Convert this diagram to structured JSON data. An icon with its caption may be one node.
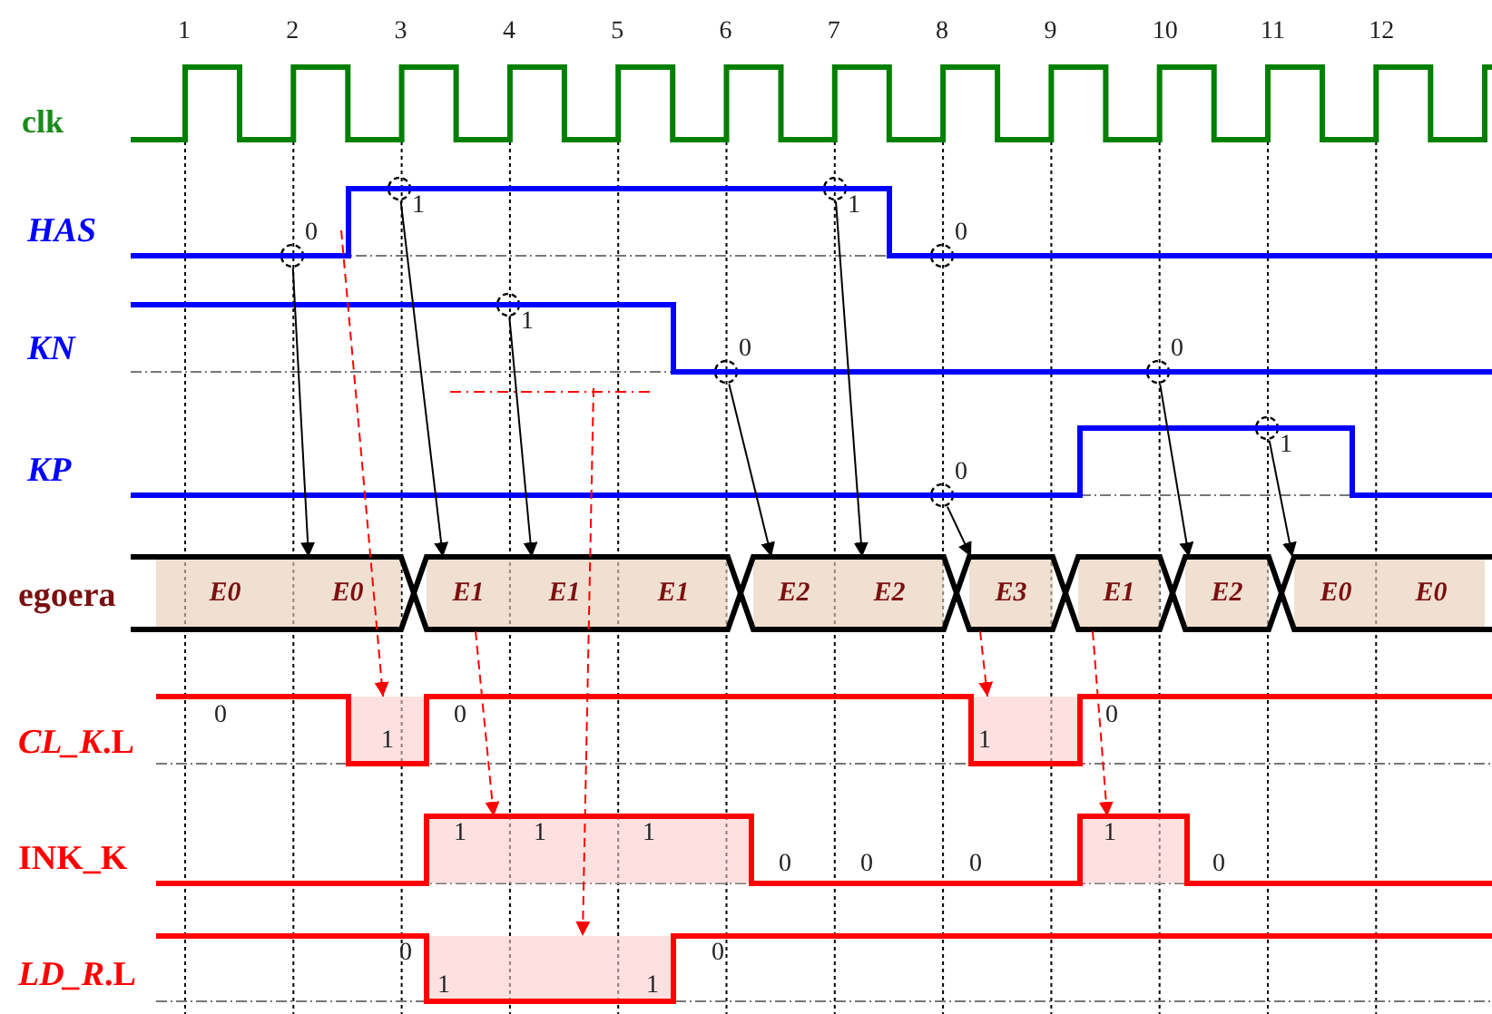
{
  "diagram": {
    "nodes": [
      {
        "text": [],
        "shape": "circle",
        "beside": [
          "0"
        ]
      },
      {
        "text": [],
        "shape": "circle",
        "beside": [
          "1"
        ]
      },
      {
        "text": [],
        "shape": "circle",
        "beside": [
          "1"
        ]
      },
      {
        "text": [],
        "shape": "circle",
        "beside": [
          "0"
        ]
      },
      {
        "text": [],
        "shape": "circle",
        "beside": [
          "1"
        ]
      },
      {
        "text": [],
        "shape": "circle",
        "beside": [
          "0"
        ]
      },
      {
        "text": [],
        "shape": "circle",
        "beside": [
          "0"
        ]
      },
      {
        "text": [],
        "shape": "circle",
        "beside": [
          "0"
        ]
      },
      {
        "text": [],
        "shape": "circle",
        "beside": [
          "1"
        ]
      },
      {
        "text": [
          "E0"
        ]
      },
      {
        "text": [
          "E0"
        ]
      },
      {
        "text": [
          "E1"
        ]
      },
      {
        "text": [
          "E1"
        ]
      },
      {
        "text": [
          "E1"
        ]
      },
      {
        "text": [
          "E2"
        ]
      },
      {
        "text": [
          "E2"
        ]
      },
      {
        "text": [
          "E3"
        ]
      },
      {
        "text": [
          "E1"
        ]
      },
      {
        "text": [
          "E2"
        ]
      },
      {
        "text": [
          "E0"
        ]
      },
      {
        "text": [
          "E0"
        ]
      },
      {
        "text": [
          "1"
        ]
      },
      {
        "text": [
          "1"
        ]
      },
      {
        "text": [
          "1",
          "1",
          "1"
        ]
      },
      {
        "text": [
          "1"
        ]
      },
      {
        "text": [
          "1",
          "1"
        ]
      }
    ],
    "edges": [
      {
        "from": 0,
        "to": 10,
        "arrow": "to"
      },
      {
        "from": 1,
        "to": 11,
        "arrow": "to"
      },
      {
        "from": 4,
        "to": 12,
        "arrow": "to"
      },
      {
        "from": 5,
        "to": 14,
        "arrow": "to"
      },
      {
        "from": 2,
        "to": 15,
        "arrow": "to"
      },
      {
        "from": 7,
        "to": 16,
        "arrow": "to"
      },
      {
        "from": 6,
        "to": 18,
        "arrow": "to"
      },
      {
        "from": 8,
        "to": 19,
        "arrow": "to"
      },
      {
        "from": null,
        "to": 21,
        "arrow": "to",
        "style": "dashed",
        "color": "#ff0000"
      },
      {
        "from": 11,
        "to": 23,
        "arrow": "to",
        "style": "dashed",
        "color": "#ff0000"
      },
      {
        "from": null,
        "to": 25,
        "arrow": "to",
        "style": "dashed",
        "color": "#ff0000"
      },
      {
        "from": 16,
        "to": 22,
        "arrow": "to",
        "style": "dashed",
        "color": "#ff0000"
      },
      {
        "from": 17,
        "to": 24,
        "arrow": "to",
        "style": "dashed",
        "color": "#ff0000"
      }
    ],
    "labels": [
      "1",
      "2",
      "3",
      "4",
      "5",
      "6",
      "7",
      "8",
      "9",
      "10",
      "11",
      "12",
      "clk",
      "HAS",
      "KN",
      "KP",
      "egoera",
      "*CL_K*.L",
      "0",
      "0",
      "0",
      "INK_K",
      "0",
      "0",
      "0",
      "0",
      "*LD_R*.L",
      "0",
      "0"
    ]
  }
}
